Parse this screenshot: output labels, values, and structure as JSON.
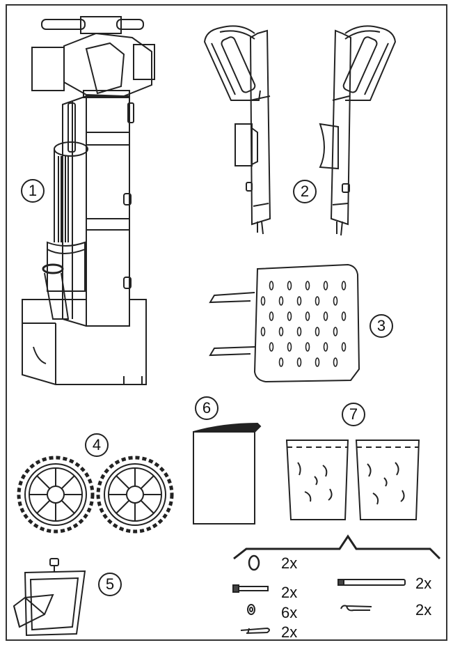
{
  "parts": [
    {
      "number": "1",
      "icon": "log-splitter-icon"
    },
    {
      "number": "2",
      "icon": "handle-columns-icon"
    },
    {
      "number": "3",
      "icon": "base-plate-icon"
    },
    {
      "number": "4",
      "icon": "wheels-icon"
    },
    {
      "number": "5",
      "icon": "splitting-wedge-icon"
    },
    {
      "number": "6",
      "icon": "manual-icon"
    },
    {
      "number": "7",
      "icon": "hardware-bags-icon"
    }
  ],
  "hardware": [
    {
      "icon": "ring-icon",
      "qty": "2x"
    },
    {
      "icon": "bolt-icon",
      "qty": "2x"
    },
    {
      "icon": "nut-icon",
      "qty": "6x"
    },
    {
      "icon": "cotter-pin-icon",
      "qty": "2x"
    },
    {
      "icon": "axle-rod-icon",
      "qty": "2x"
    },
    {
      "icon": "r-clip-icon",
      "qty": "2x"
    }
  ]
}
